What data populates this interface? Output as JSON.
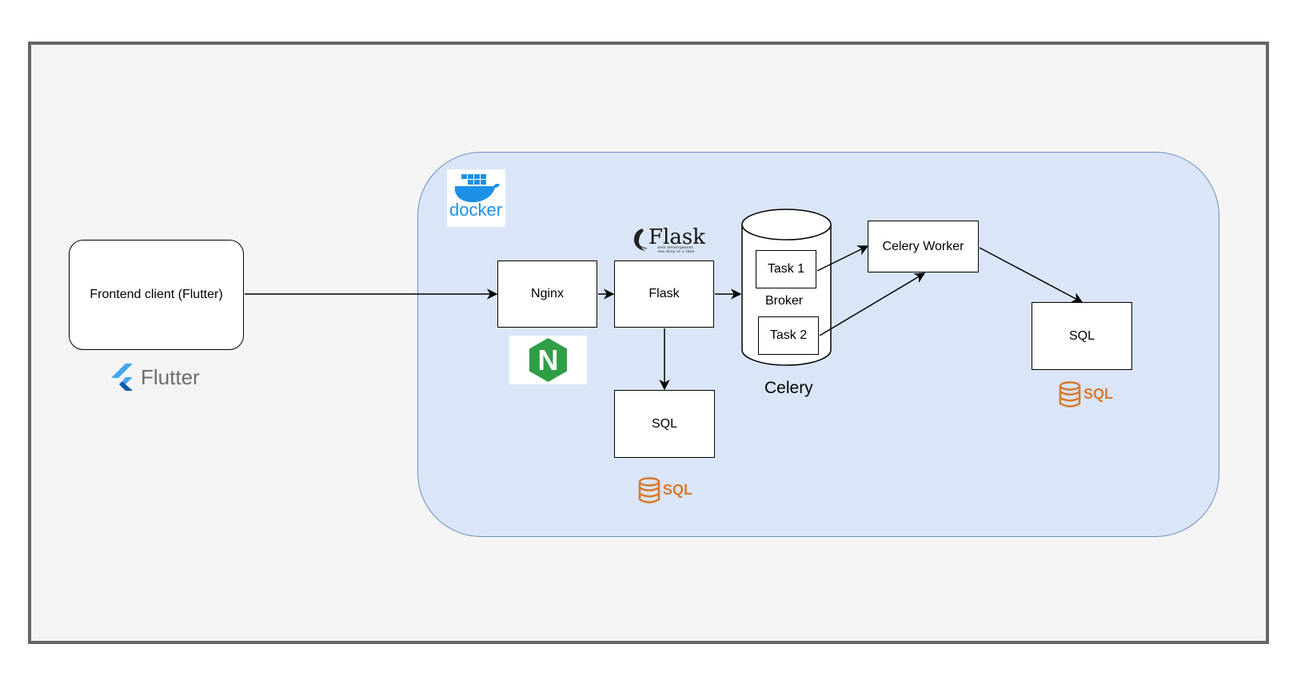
{
  "nodes": {
    "frontend": "Frontend client (Flutter)",
    "nginx": "Nginx",
    "flask": "Flask",
    "sql_flask": "SQL",
    "task1": "Task 1",
    "broker": "Broker",
    "task2": "Task 2",
    "celery": "Celery",
    "celery_worker": "Celery Worker",
    "sql_worker": "SQL"
  },
  "logos": {
    "flutter": "Flutter",
    "docker": "docker",
    "flask": "Flask",
    "flask_tagline": "web development, one drop at a time",
    "nginx": "N",
    "sql": "SQL"
  },
  "colors": {
    "container_fill": "#dae6f8",
    "container_border": "#6c8ebf",
    "docker_blue": "#1d91e6",
    "flutter_blue": "#44a6ea",
    "nginx_green": "#2f9e44",
    "sql_orange": "#d87a30"
  }
}
